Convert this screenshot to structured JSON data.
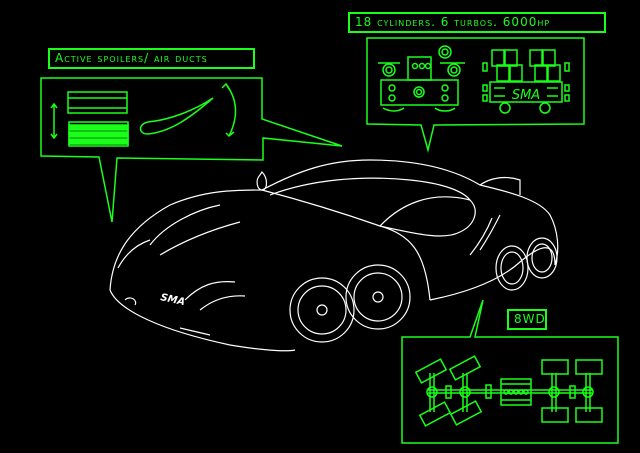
{
  "colors": {
    "accent": "#1aff1a",
    "line": "#ffffff",
    "background": "#000000"
  },
  "callouts": {
    "spoilers": {
      "label": "Active spoilers/ air ducts"
    },
    "engine": {
      "label": "18 cylinders. 6 turbos. 6000hp",
      "badge": "SMA"
    },
    "drive": {
      "label": "8WD"
    }
  },
  "car": {
    "badge": "SMA"
  }
}
